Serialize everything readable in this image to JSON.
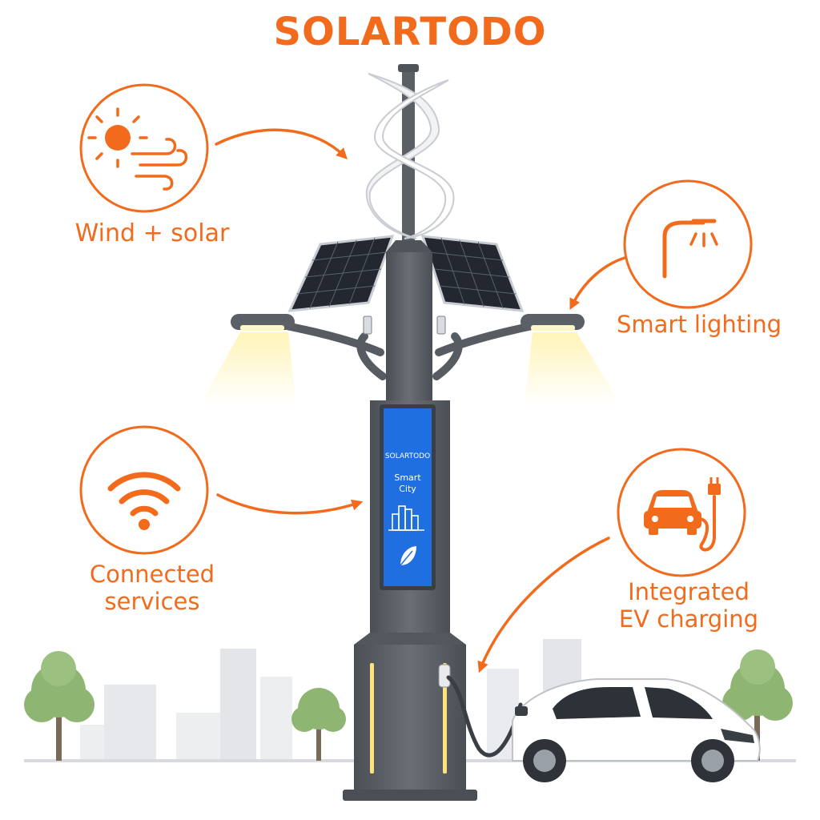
{
  "brand": {
    "title": "SOLARTODO"
  },
  "features": {
    "wind_solar": {
      "label": "Wind + solar",
      "icon": "sun-wind-icon"
    },
    "smart_lighting": {
      "label": "Smart lighting",
      "icon": "street-lamp-icon"
    },
    "connected": {
      "label_line1": "Connected",
      "label_line2": "services",
      "icon": "wifi-icon"
    },
    "ev": {
      "label_line1": "Integrated",
      "label_line2": "EV charging",
      "icon": "car-plug-icon"
    }
  },
  "display": {
    "brand": "SOLARTODO",
    "line1": "Smart",
    "line2": "City",
    "icons": [
      "city-skyline-icon",
      "leaf-icon"
    ]
  },
  "colors": {
    "accent": "#f26b1d",
    "pole": "#5b5f66",
    "screen": "#1f6fe0",
    "tree": "#8fb573",
    "building": "#e6e8eb"
  }
}
